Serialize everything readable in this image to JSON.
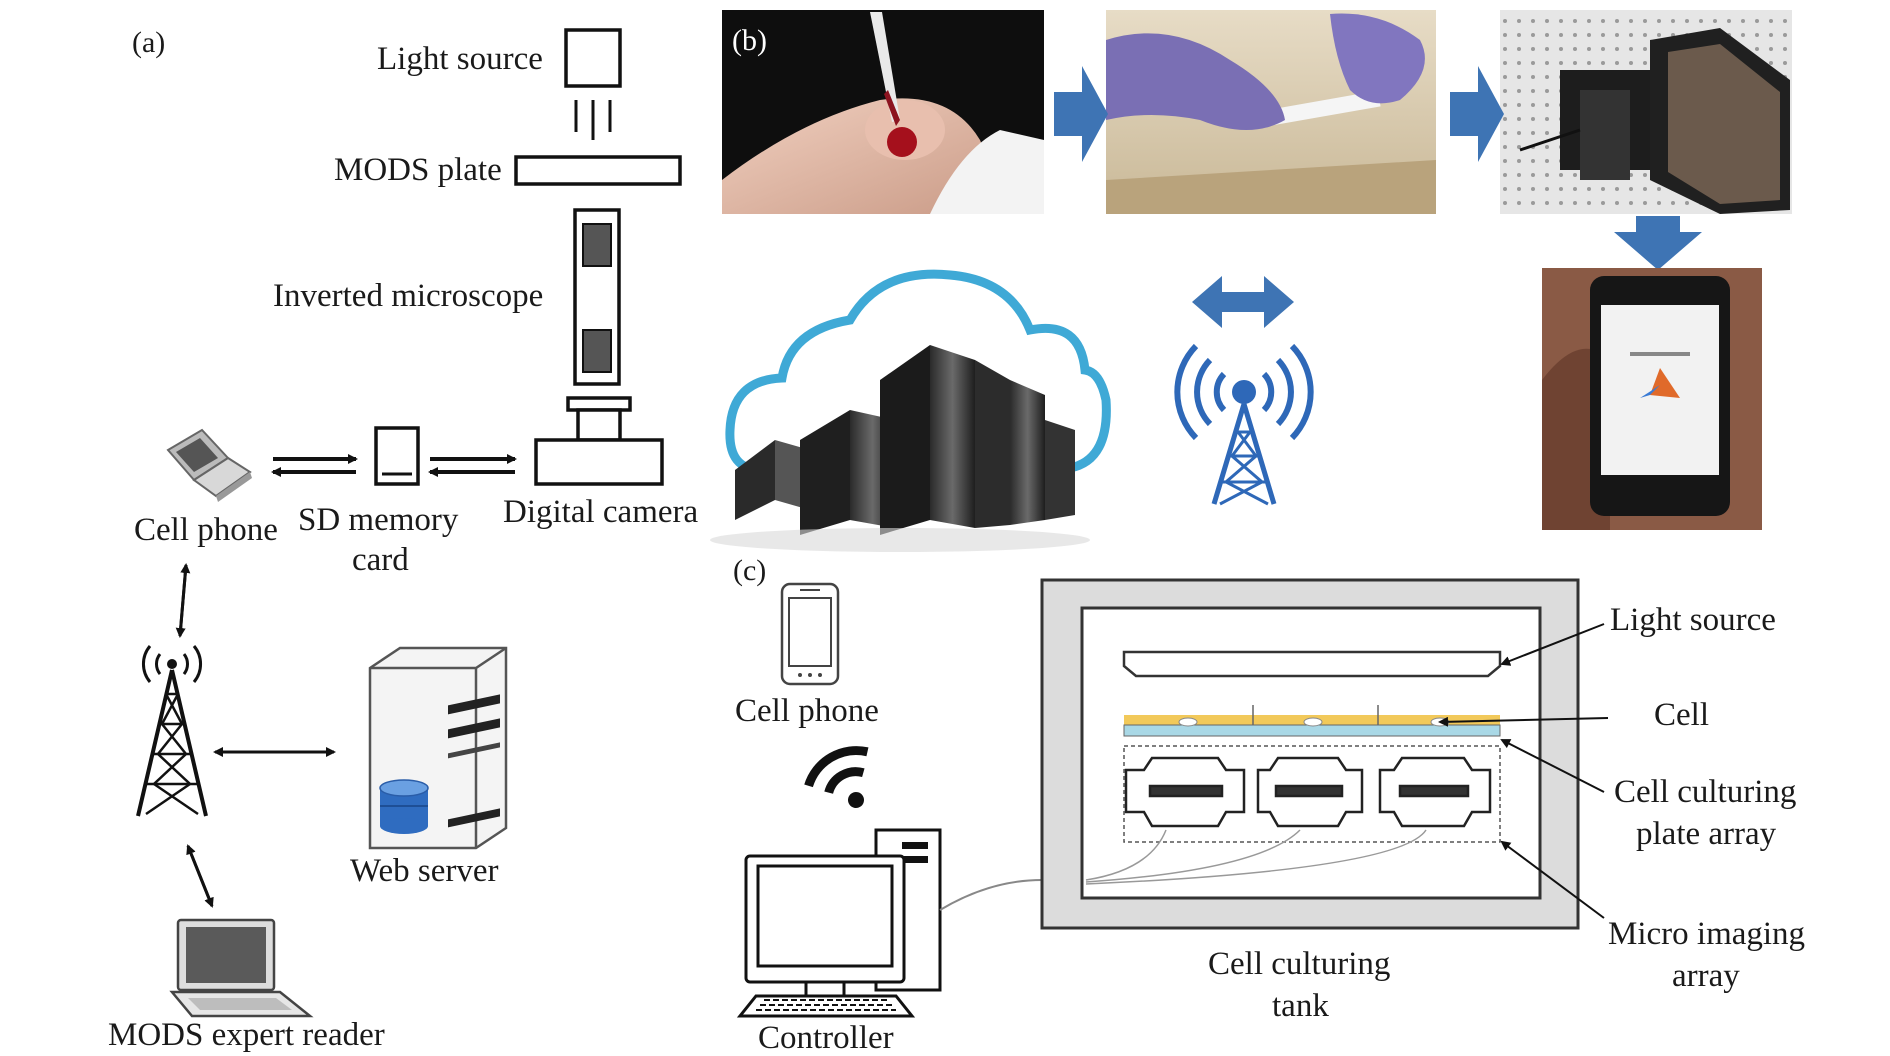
{
  "panels": {
    "a": "(a)",
    "b": "(b)",
    "c": "(c)"
  },
  "panel_a": {
    "light_source": "Light source",
    "mods_plate": "MODS plate",
    "inverted_microscope": "Inverted microscope",
    "digital_camera": "Digital camera",
    "sd_card_line1": "SD memory",
    "sd_card_line2": "card",
    "cell_phone": "Cell phone",
    "web_server": "Web server",
    "expert_reader": "MODS expert reader"
  },
  "panel_c": {
    "cell_phone": "Cell phone",
    "controller": "Controller",
    "light_source": "Light source",
    "cell": "Cell",
    "plate_array_line1": "Cell culturing",
    "plate_array_line2": "plate array",
    "imaging_array_line1": "Micro imaging",
    "imaging_array_line2": "array",
    "tank_line1": "Cell culturing",
    "tank_line2": "tank"
  },
  "colors": {
    "arrow_blue": "#3e74b4",
    "tower_blue": "#2e68b8",
    "cloud_blue": "#3fa9d6",
    "cell_layer": "#f2c95a",
    "plate_layer": "#a9d8e6",
    "server_db": "#2f6cc0"
  },
  "icons": [
    "light-source-icon",
    "microscope-icon",
    "camera-icon",
    "sd-card-icon",
    "flip-phone-icon",
    "cell-tower-icon",
    "web-server-icon",
    "laptop-icon",
    "cloud-datacenter-icon",
    "smartphone-icon",
    "wifi-icon",
    "desktop-computer-icon"
  ]
}
